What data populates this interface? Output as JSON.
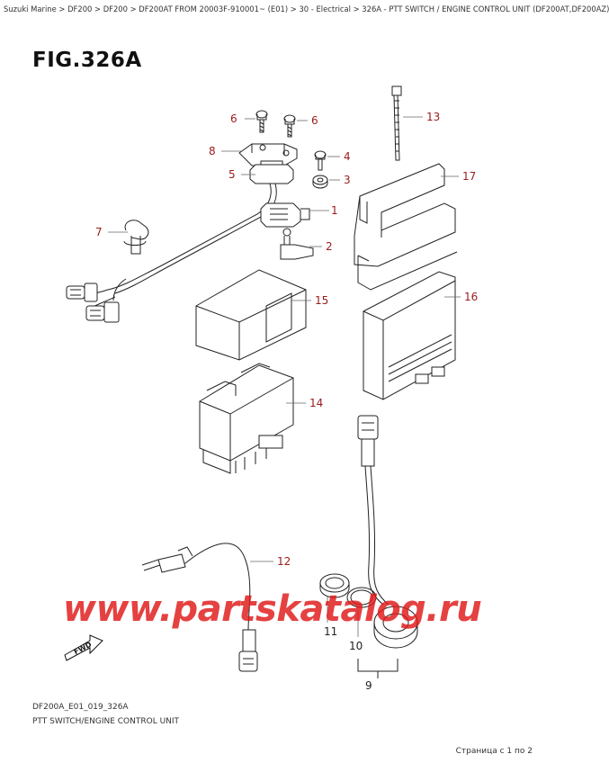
{
  "breadcrumb": "Suzuki Marine > DF200 > DF200 > DF200AT FROM 20003F-910001~ (E01) > 30 - Electrical > 326A - PTT SWITCH / ENGINE CONTROL UNIT (DF200AT,DF200AZ)",
  "figure_title": "FIG.326A",
  "callouts": [
    "6",
    "6",
    "8",
    "4",
    "5",
    "3",
    "1",
    "7",
    "2",
    "13",
    "17",
    "15",
    "16",
    "14",
    "12",
    "11",
    "10",
    "9"
  ],
  "fwd_label": "FWD",
  "watermark": "www.partskatalog.ru",
  "footer": {
    "code": "DF200A_E01_019_326A",
    "caption": "PTT SWITCH/ENGINE CONTROL UNIT"
  },
  "page_indicator": "Страница с 1 по 2",
  "colors": {
    "callout": "#9a1b1b",
    "watermark": "#e01818",
    "line": "#222222"
  }
}
